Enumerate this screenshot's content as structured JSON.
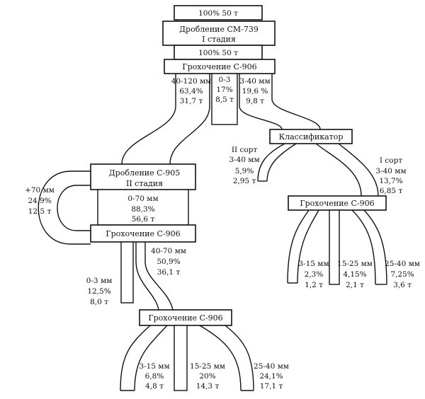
{
  "input_top": "100% 50 т",
  "crush1": {
    "title": "Дробление СМ-739",
    "stage": "I стадия"
  },
  "after_crush1": "100% 50 т",
  "screen1": "Грохочение С-906",
  "flow_40_120": {
    "size": "40-120 мм",
    "pct": "63,4%",
    "mass": "31,7 т"
  },
  "flow_0_3a": {
    "size": "0-3",
    "pct": "17%",
    "mass": "8,5 т"
  },
  "flow_3_40a": {
    "size": "3-40 мм",
    "pct": "19,6 %",
    "mass": "9,8 т"
  },
  "classifier": "Классификатор",
  "sort2": {
    "title": "II сорт",
    "size": "3-40 мм",
    "pct": "5,9%",
    "mass": "2,95 т"
  },
  "sort1": {
    "title": "I сорт",
    "size": "3-40 мм",
    "pct": "13,7%",
    "mass": "6,85 т"
  },
  "screen_right": "Грохочение С-906",
  "right_out": [
    {
      "size": "3-15 мм",
      "pct": "2,3%",
      "mass": "1,2 т"
    },
    {
      "size": "15-25 мм",
      "pct": "4,15%",
      "mass": "2,1 т"
    },
    {
      "size": "25-40 мм",
      "pct": "7,25%",
      "mass": "3,6 т"
    }
  ],
  "crush2": {
    "title": "Дробление С-905",
    "stage": "II стадия"
  },
  "recycle": {
    "size": "+70 мм",
    "pct": "24,9%",
    "mass": "12,5 т"
  },
  "flow_0_70": {
    "size": "0-70 мм",
    "pct": "88,3%",
    "mass": "56,6 т"
  },
  "screen2": "Грохочение С-906",
  "flow_40_70": {
    "size": "40-70 мм",
    "pct": "50,9%",
    "mass": "36,1 т"
  },
  "flow_0_3b": {
    "size": "0-3 мм",
    "pct": "12,5%",
    "mass": "8,0 т"
  },
  "screen3": "Грохочение С-906",
  "bottom_out": [
    {
      "size": "3-15 мм",
      "pct": "6,8%",
      "mass": "4,8 т"
    },
    {
      "size": "15-25 мм",
      "pct": "20%",
      "mass": "14,3 т"
    },
    {
      "size": "25-40 мм",
      "pct": "24,1%",
      "mass": "17,1 т"
    }
  ]
}
